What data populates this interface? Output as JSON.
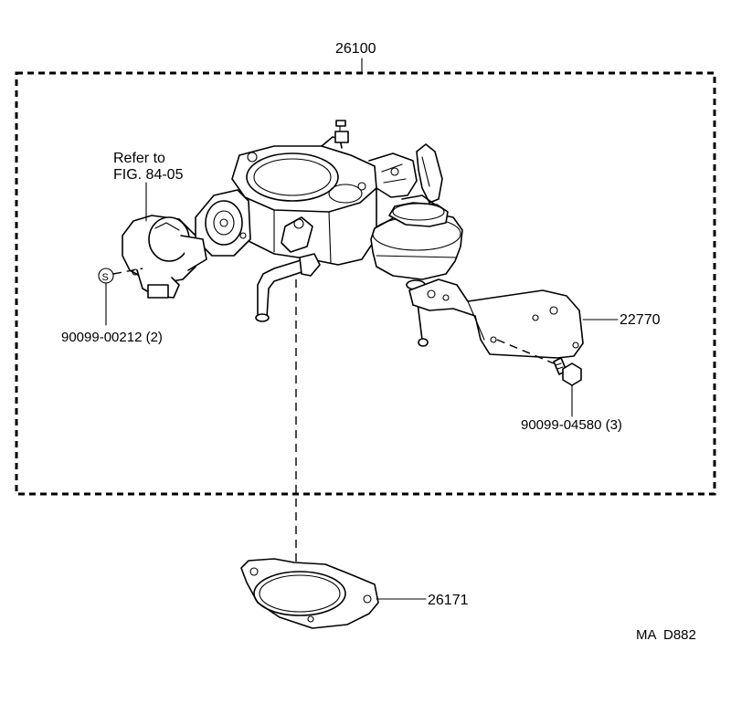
{
  "diagram": {
    "assembly_number": "26100",
    "refer_line1": "Refer to",
    "refer_line2": "FIG. 84-05",
    "sensor_screw_symbol": "S",
    "part_screw": "90099-00212 (2)",
    "part_bracket": "22770",
    "part_bolt": "90099-04580 (3)",
    "part_gasket": "26171",
    "figure_code": "MA  D882"
  }
}
